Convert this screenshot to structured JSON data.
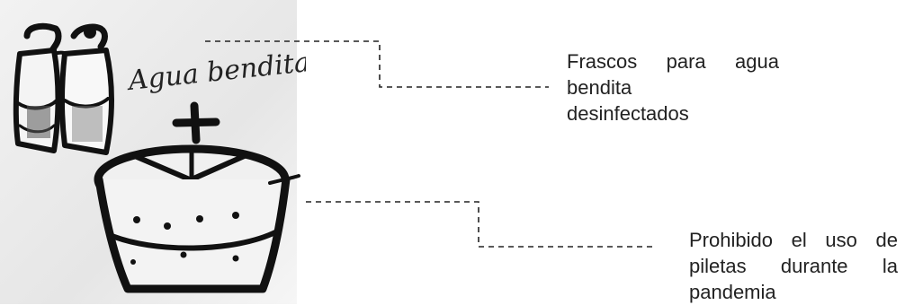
{
  "sketch": {
    "bottles_label": "Agua bendita",
    "plus_sign": "+"
  },
  "callouts": [
    {
      "lines": [
        "Frascos para agua",
        "bendita",
        "desinfectados"
      ]
    },
    {
      "lines": [
        "Prohibido el uso de",
        "piletas durante la",
        "pandemia"
      ]
    }
  ],
  "colors": {
    "ink": "#111111",
    "paper": "#e9e9e9",
    "text": "#222222"
  }
}
